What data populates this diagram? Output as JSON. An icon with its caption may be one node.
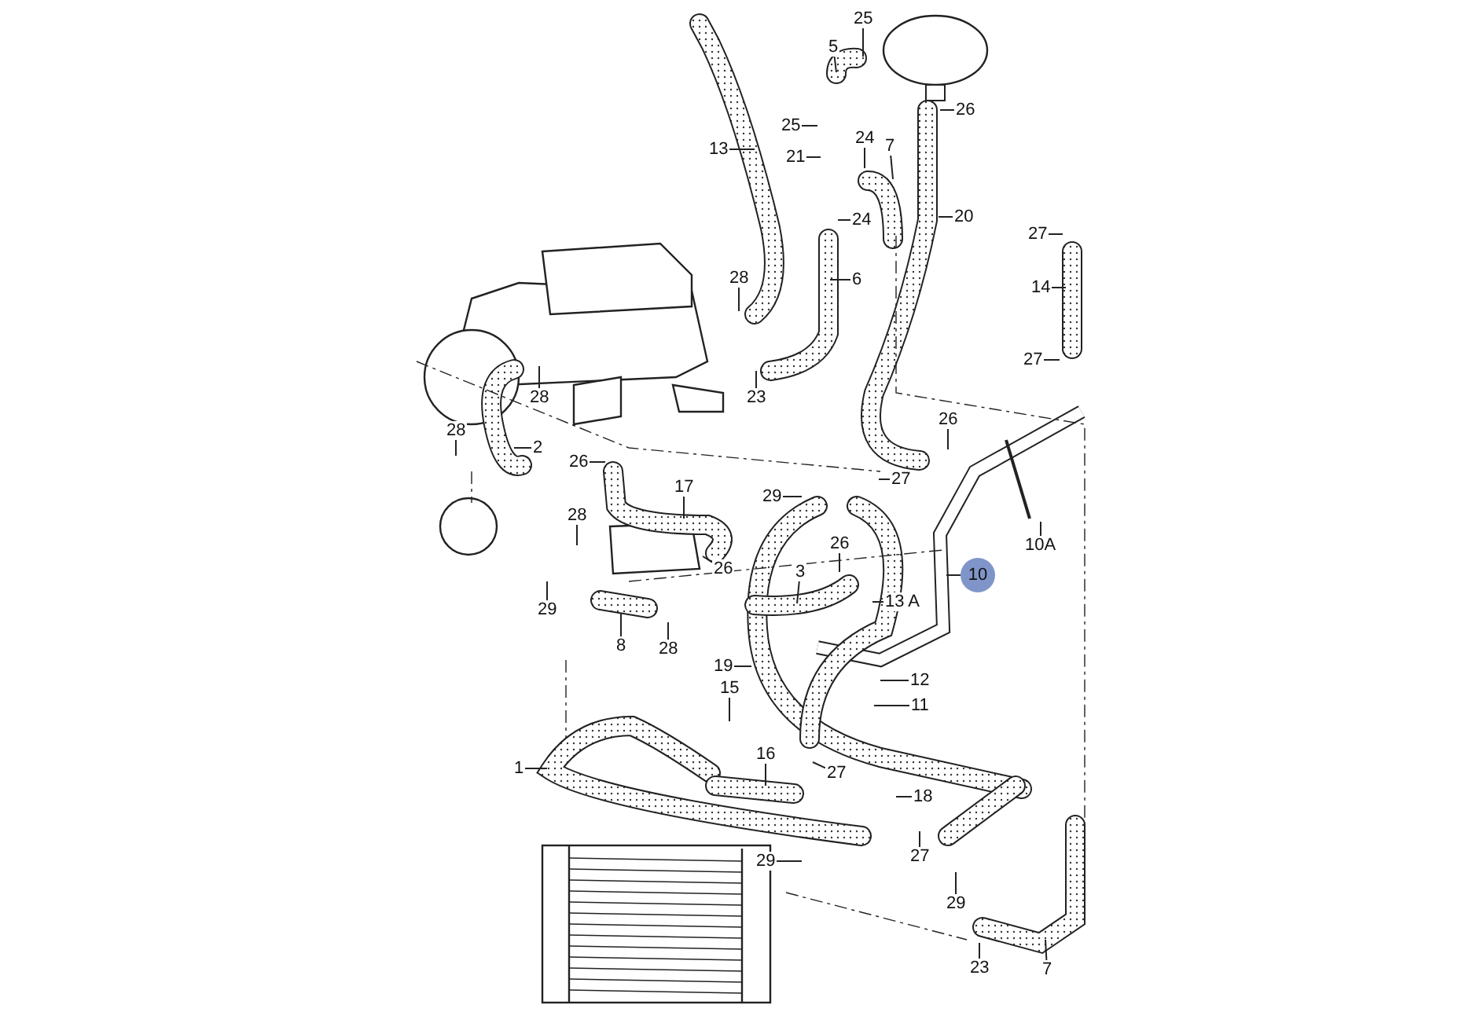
{
  "diagram": {
    "nodes": [
      {
        "text": [
          "25"
        ]
      },
      {
        "text": [
          "5"
        ]
      },
      {
        "text": [
          "13"
        ]
      },
      {
        "text": [
          "25"
        ]
      },
      {
        "text": [
          "26"
        ]
      },
      {
        "text": [
          "21"
        ]
      },
      {
        "text": [
          "24"
        ]
      },
      {
        "text": [
          "7"
        ]
      },
      {
        "text": [
          "20"
        ]
      },
      {
        "text": [
          "24"
        ]
      },
      {
        "text": [
          "6"
        ]
      },
      {
        "text": [
          "28"
        ]
      },
      {
        "text": [
          "27"
        ]
      },
      {
        "text": [
          "14"
        ]
      },
      {
        "text": [
          "27"
        ]
      },
      {
        "text": [
          "23"
        ]
      },
      {
        "text": [
          "28"
        ]
      },
      {
        "text": [
          "28"
        ]
      },
      {
        "text": [
          "2"
        ]
      },
      {
        "text": [
          "26"
        ]
      },
      {
        "text": [
          "26"
        ]
      },
      {
        "text": [
          "27"
        ]
      },
      {
        "text": [
          "17"
        ]
      },
      {
        "text": [
          "29"
        ]
      },
      {
        "text": [
          "28"
        ]
      },
      {
        "text": [
          "26"
        ]
      },
      {
        "text": [
          "3"
        ]
      },
      {
        "text": [
          "26"
        ]
      },
      {
        "text": [
          "10A"
        ]
      },
      {
        "text": [
          "10"
        ]
      },
      {
        "text": [
          "29"
        ]
      },
      {
        "text": [
          "13 A"
        ]
      },
      {
        "text": [
          "8"
        ]
      },
      {
        "text": [
          "28"
        ]
      },
      {
        "text": [
          "19"
        ]
      },
      {
        "text": [
          "12"
        ]
      },
      {
        "text": [
          "11"
        ]
      },
      {
        "text": [
          "15"
        ]
      },
      {
        "text": [
          "1"
        ]
      },
      {
        "text": [
          "16"
        ]
      },
      {
        "text": [
          "27"
        ]
      },
      {
        "text": [
          "18"
        ]
      },
      {
        "text": [
          "27"
        ]
      },
      {
        "text": [
          "29"
        ]
      },
      {
        "text": [
          "29"
        ]
      },
      {
        "text": [
          "23"
        ]
      },
      {
        "text": [
          "7"
        ]
      }
    ],
    "edges": [
      {
        "from": 0,
        "to": null,
        "arrow": "none"
      },
      {
        "from": 1,
        "to": null,
        "arrow": "none"
      },
      {
        "from": 2,
        "to": null,
        "arrow": "none"
      },
      {
        "from": 3,
        "to": null,
        "arrow": "none"
      },
      {
        "from": 4,
        "to": null,
        "arrow": "none"
      },
      {
        "from": 5,
        "to": null,
        "arrow": "none"
      },
      {
        "from": 6,
        "to": null,
        "arrow": "none"
      },
      {
        "from": 7,
        "to": null,
        "arrow": "none"
      },
      {
        "from": 8,
        "to": null,
        "arrow": "none"
      },
      {
        "from": 9,
        "to": null,
        "arrow": "none"
      },
      {
        "from": 10,
        "to": null,
        "arrow": "none"
      },
      {
        "from": 11,
        "to": null,
        "arrow": "none"
      },
      {
        "from": 12,
        "to": null,
        "arrow": "none"
      },
      {
        "from": 13,
        "to": null,
        "arrow": "none"
      },
      {
        "from": 14,
        "to": null,
        "arrow": "none"
      },
      {
        "from": 15,
        "to": null,
        "arrow": "none"
      },
      {
        "from": 16,
        "to": null,
        "arrow": "none"
      },
      {
        "from": 17,
        "to": null,
        "arrow": "none"
      },
      {
        "from": 18,
        "to": null,
        "arrow": "none"
      },
      {
        "from": 19,
        "to": null,
        "arrow": "none"
      },
      {
        "from": 20,
        "to": null,
        "arrow": "none"
      },
      {
        "from": 21,
        "to": null,
        "arrow": "none"
      },
      {
        "from": 22,
        "to": null,
        "arrow": "none"
      },
      {
        "from": 23,
        "to": null,
        "arrow": "none"
      },
      {
        "from": 24,
        "to": null,
        "arrow": "none"
      },
      {
        "from": 25,
        "to": null,
        "arrow": "none"
      },
      {
        "from": 26,
        "to": null,
        "arrow": "none"
      },
      {
        "from": 27,
        "to": null,
        "arrow": "none"
      },
      {
        "from": 28,
        "to": null,
        "arrow": "none"
      },
      {
        "from": 29,
        "to": null,
        "arrow": "none"
      },
      {
        "from": 30,
        "to": null,
        "arrow": "none"
      },
      {
        "from": 31,
        "to": null,
        "arrow": "none"
      },
      {
        "from": 32,
        "to": null,
        "arrow": "none"
      },
      {
        "from": 33,
        "to": null,
        "arrow": "none"
      },
      {
        "from": 34,
        "to": null,
        "arrow": "none"
      },
      {
        "from": 35,
        "to": null,
        "arrow": "none"
      },
      {
        "from": 36,
        "to": null,
        "arrow": "none"
      },
      {
        "from": 37,
        "to": null,
        "arrow": "none"
      },
      {
        "from": 38,
        "to": null,
        "arrow": "none"
      },
      {
        "from": 39,
        "to": null,
        "arrow": "none"
      },
      {
        "from": 40,
        "to": null,
        "arrow": "none"
      },
      {
        "from": 41,
        "to": null,
        "arrow": "none"
      },
      {
        "from": 42,
        "to": null,
        "arrow": "none"
      },
      {
        "from": 43,
        "to": null,
        "arrow": "none"
      },
      {
        "from": 44,
        "to": null,
        "arrow": "none"
      },
      {
        "from": 45,
        "to": null,
        "arrow": "none"
      },
      {
        "from": 46,
        "to": null,
        "arrow": "none"
      }
    ]
  }
}
